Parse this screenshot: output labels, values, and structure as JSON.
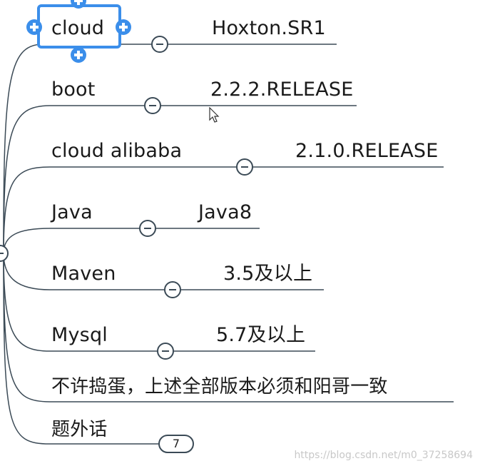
{
  "mindmap": {
    "branches": [
      {
        "label": "cloud",
        "value": "Hoxton.SR1"
      },
      {
        "label": "boot",
        "value": "2.2.2.RELEASE"
      },
      {
        "label": "cloud alibaba",
        "value": "2.1.0.RELEASE"
      },
      {
        "label": "Java",
        "value": "Java8"
      },
      {
        "label": "Maven",
        "value": "3.5及以上"
      },
      {
        "label": "Mysql",
        "value": "5.7及以上"
      },
      {
        "label": "不许捣蛋，上述全部版本必须和阳哥一致",
        "value": ""
      },
      {
        "label": "题外话",
        "value": ""
      }
    ],
    "collapsed_count": "7"
  },
  "selection": {
    "add_icons": [
      "plus-icon",
      "plus-icon",
      "plus-icon",
      "plus-icon"
    ]
  },
  "watermark": "https://blog.csdn.net/m0_37258694",
  "colors": {
    "line": "#3b4a56",
    "selection": "#3b8eea"
  }
}
